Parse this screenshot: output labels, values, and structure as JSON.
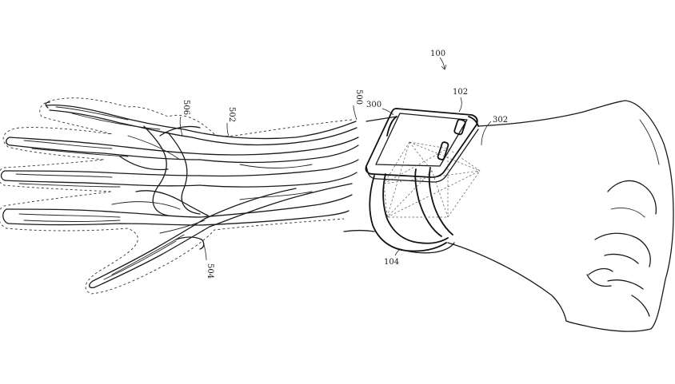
{
  "labels": {
    "device": "100",
    "watch_body": "102",
    "band": "104",
    "housing": "300",
    "sensor_field": "302",
    "veins": "500",
    "outline": "502",
    "vessel_lower": "504",
    "vessel_upper": "506"
  }
}
